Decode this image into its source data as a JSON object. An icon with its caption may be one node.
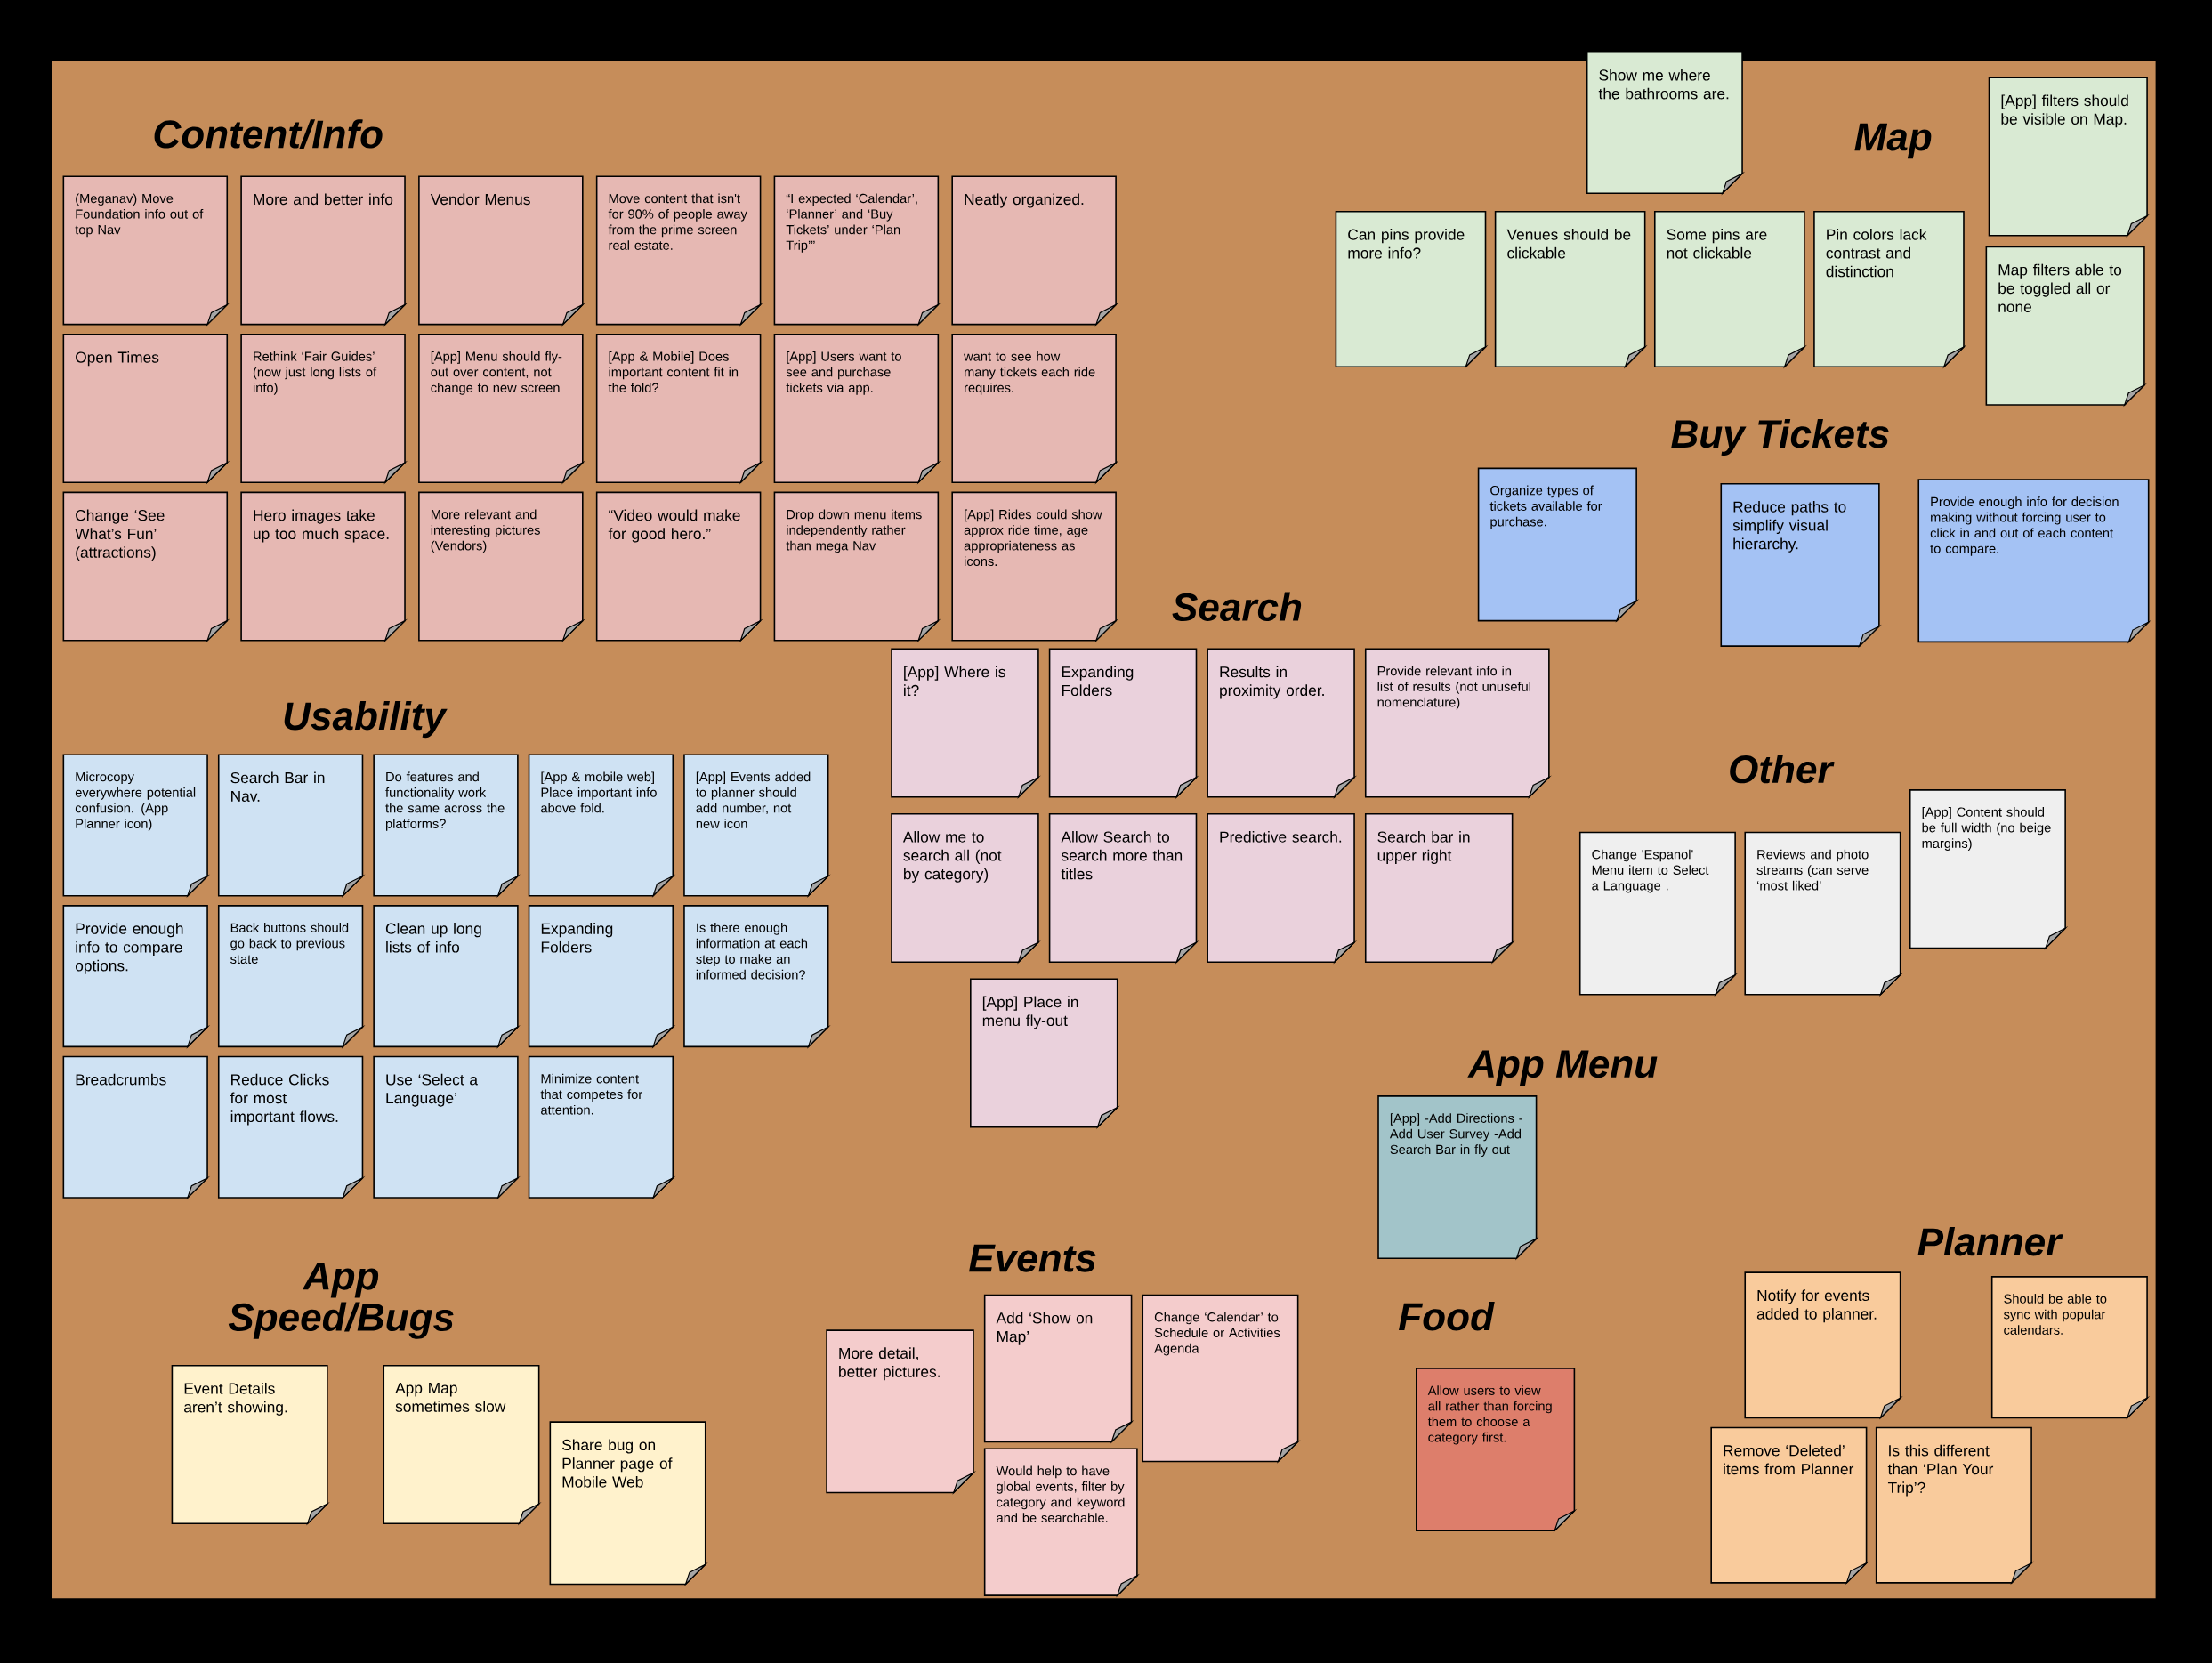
{
  "diagram": {
    "nodes": [
      {
        "text": [
          "(Meganav) Move Foundation info out of top Nav"
        ]
      },
      {
        "text": [
          "More and better info"
        ]
      },
      {
        "text": [
          "Vendor Menus"
        ]
      },
      {
        "text": [
          "Move content that isn't for 90% of people away from the prime screen real estate."
        ]
      },
      {
        "text": [
          "“I expected ‘Calendar’, ‘Planner’ and ‘Buy Tickets’ under ‘Plan Trip’”"
        ]
      },
      {
        "text": [
          "Neatly organized."
        ]
      },
      {
        "text": [
          "Rethink ‘Fair Guides’ (now just long lists of info)"
        ]
      },
      {
        "text": [
          "[App] Menu should fly-out over content, not change to new screen"
        ]
      },
      {
        "text": [
          "[App & Mobile] Does important content fit in the fold?"
        ]
      },
      {
        "text": [
          "Open Times"
        ]
      },
      {
        "text": [
          "Change ‘See What’s Fun’ (attractions)"
        ]
      },
      {
        "text": [
          "Hero images take up too much space."
        ]
      },
      {
        "text": [
          "More relevant and interesting pictures (Vendors)"
        ]
      },
      {
        "text": [
          "“Video would make for good hero.”"
        ]
      },
      {
        "text": [
          "[App] Users want to see and purchase tickets via app."
        ]
      },
      {
        "text": [
          "want to see how many tickets each ride requires."
        ]
      },
      {
        "text": [
          "[App] Rides could show approx ride time, age appropriateness as icons."
        ]
      },
      {
        "text": [
          "Drop down menu items independently rather than mega Nav"
        ]
      },
      {
        "text": [
          "Show me where the bathrooms are."
        ]
      },
      {
        "text": [
          "Can pins provide more info?"
        ]
      },
      {
        "text": [
          "Venues should be clickable"
        ]
      },
      {
        "text": [
          "Some pins are not clickable"
        ]
      },
      {
        "text": [
          "Pin colors lack contrast and distinction"
        ]
      },
      {
        "text": [
          "[App] filters should be visible on Map."
        ]
      },
      {
        "text": [
          "Map filters able to be toggled all or none"
        ]
      },
      {
        "text": [
          "Organize types of tickets available for purchase."
        ]
      },
      {
        "text": [
          "Reduce paths to simplify visual hierarchy."
        ]
      },
      {
        "text": [
          "Provide enough info for decision making without forcing user to click in and out of each content to compare."
        ]
      },
      {
        "text": [
          "[App] Where is it?"
        ]
      },
      {
        "text": [
          "Expanding Folders"
        ]
      },
      {
        "text": [
          "Results in proximity order."
        ]
      },
      {
        "text": [
          "Provide relevant info in list of results (not unuseful nomenclature)"
        ]
      },
      {
        "text": [
          "Allow me to search all (not by category)"
        ]
      },
      {
        "text": [
          "Allow Search to search more than titles"
        ]
      },
      {
        "text": [
          "Predictive search."
        ]
      },
      {
        "text": [
          "Search bar in upper right"
        ]
      },
      {
        "text": [
          "[App] Place in menu fly-out"
        ]
      },
      {
        "text": [
          "Change 'Espanol' Menu item to Select a Language ."
        ]
      },
      {
        "text": [
          "Reviews and photo streams (can serve ‘most liked’"
        ]
      },
      {
        "text": [
          "[App] Content should be full width (no beige margins)"
        ]
      },
      {
        "text": [
          "[App] -Add Directions -Add User Survey -Add Search Bar in fly out"
        ]
      },
      {
        "text": [
          "Microcopy everywhere potential confusion. (App Planner icon)"
        ]
      },
      {
        "text": [
          "Search Bar in Nav."
        ]
      },
      {
        "text": [
          "Do features and functionality work the same across the platforms?"
        ]
      },
      {
        "text": [
          "[App & mobile web] Place important info above fold."
        ]
      },
      {
        "text": [
          "[App] Events added to planner should add number, not new icon"
        ]
      },
      {
        "text": [
          "Is there enough information at each step to make an informed decision?"
        ]
      },
      {
        "text": [
          "Provide enough info to compare options."
        ]
      },
      {
        "text": [
          "Back buttons should go back to previous state"
        ]
      },
      {
        "text": [
          "Clean up long lists of info"
        ]
      },
      {
        "text": [
          "Expanding Folders"
        ]
      },
      {
        "text": [
          "Breadcrumbs"
        ]
      },
      {
        "text": [
          "Reduce Clicks for most important flows."
        ]
      },
      {
        "text": [
          "Use ‘Select a Language’"
        ]
      },
      {
        "text": [
          "Minimize content that competes for attention."
        ]
      },
      {
        "text": [
          "Event Details aren’t showing."
        ]
      },
      {
        "text": [
          "App Map sometimes slow"
        ]
      },
      {
        "text": [
          "Share bug on Planner page of Mobile Web"
        ]
      },
      {
        "text": [
          "More detail, better pictures."
        ]
      },
      {
        "text": [
          "Add ‘Show on Map’"
        ]
      },
      {
        "text": [
          "Change ‘Calendar’ to Schedule or Activities Agenda"
        ]
      },
      {
        "text": [
          "Would help to have global events, filter by category and keyword and be searchable."
        ]
      },
      {
        "text": [
          "Allow users to view all rather than forcing them to choose a category first."
        ]
      },
      {
        "text": [
          "Notify for events added to planner."
        ]
      },
      {
        "text": [
          "Should be able to sync with popular calendars."
        ]
      },
      {
        "text": [
          "Remove ‘Deleted’ items from Planner"
        ]
      },
      {
        "text": [
          "Is this different than ‘Plan Your Trip’?"
        ]
      }
    ],
    "labels": [
      "Content/Info",
      "Map",
      "Buy Tickets",
      "Search",
      "Usability",
      "Other",
      "App Menu",
      "Events",
      "App Speed/Bugs",
      "Food",
      "Planner"
    ]
  }
}
